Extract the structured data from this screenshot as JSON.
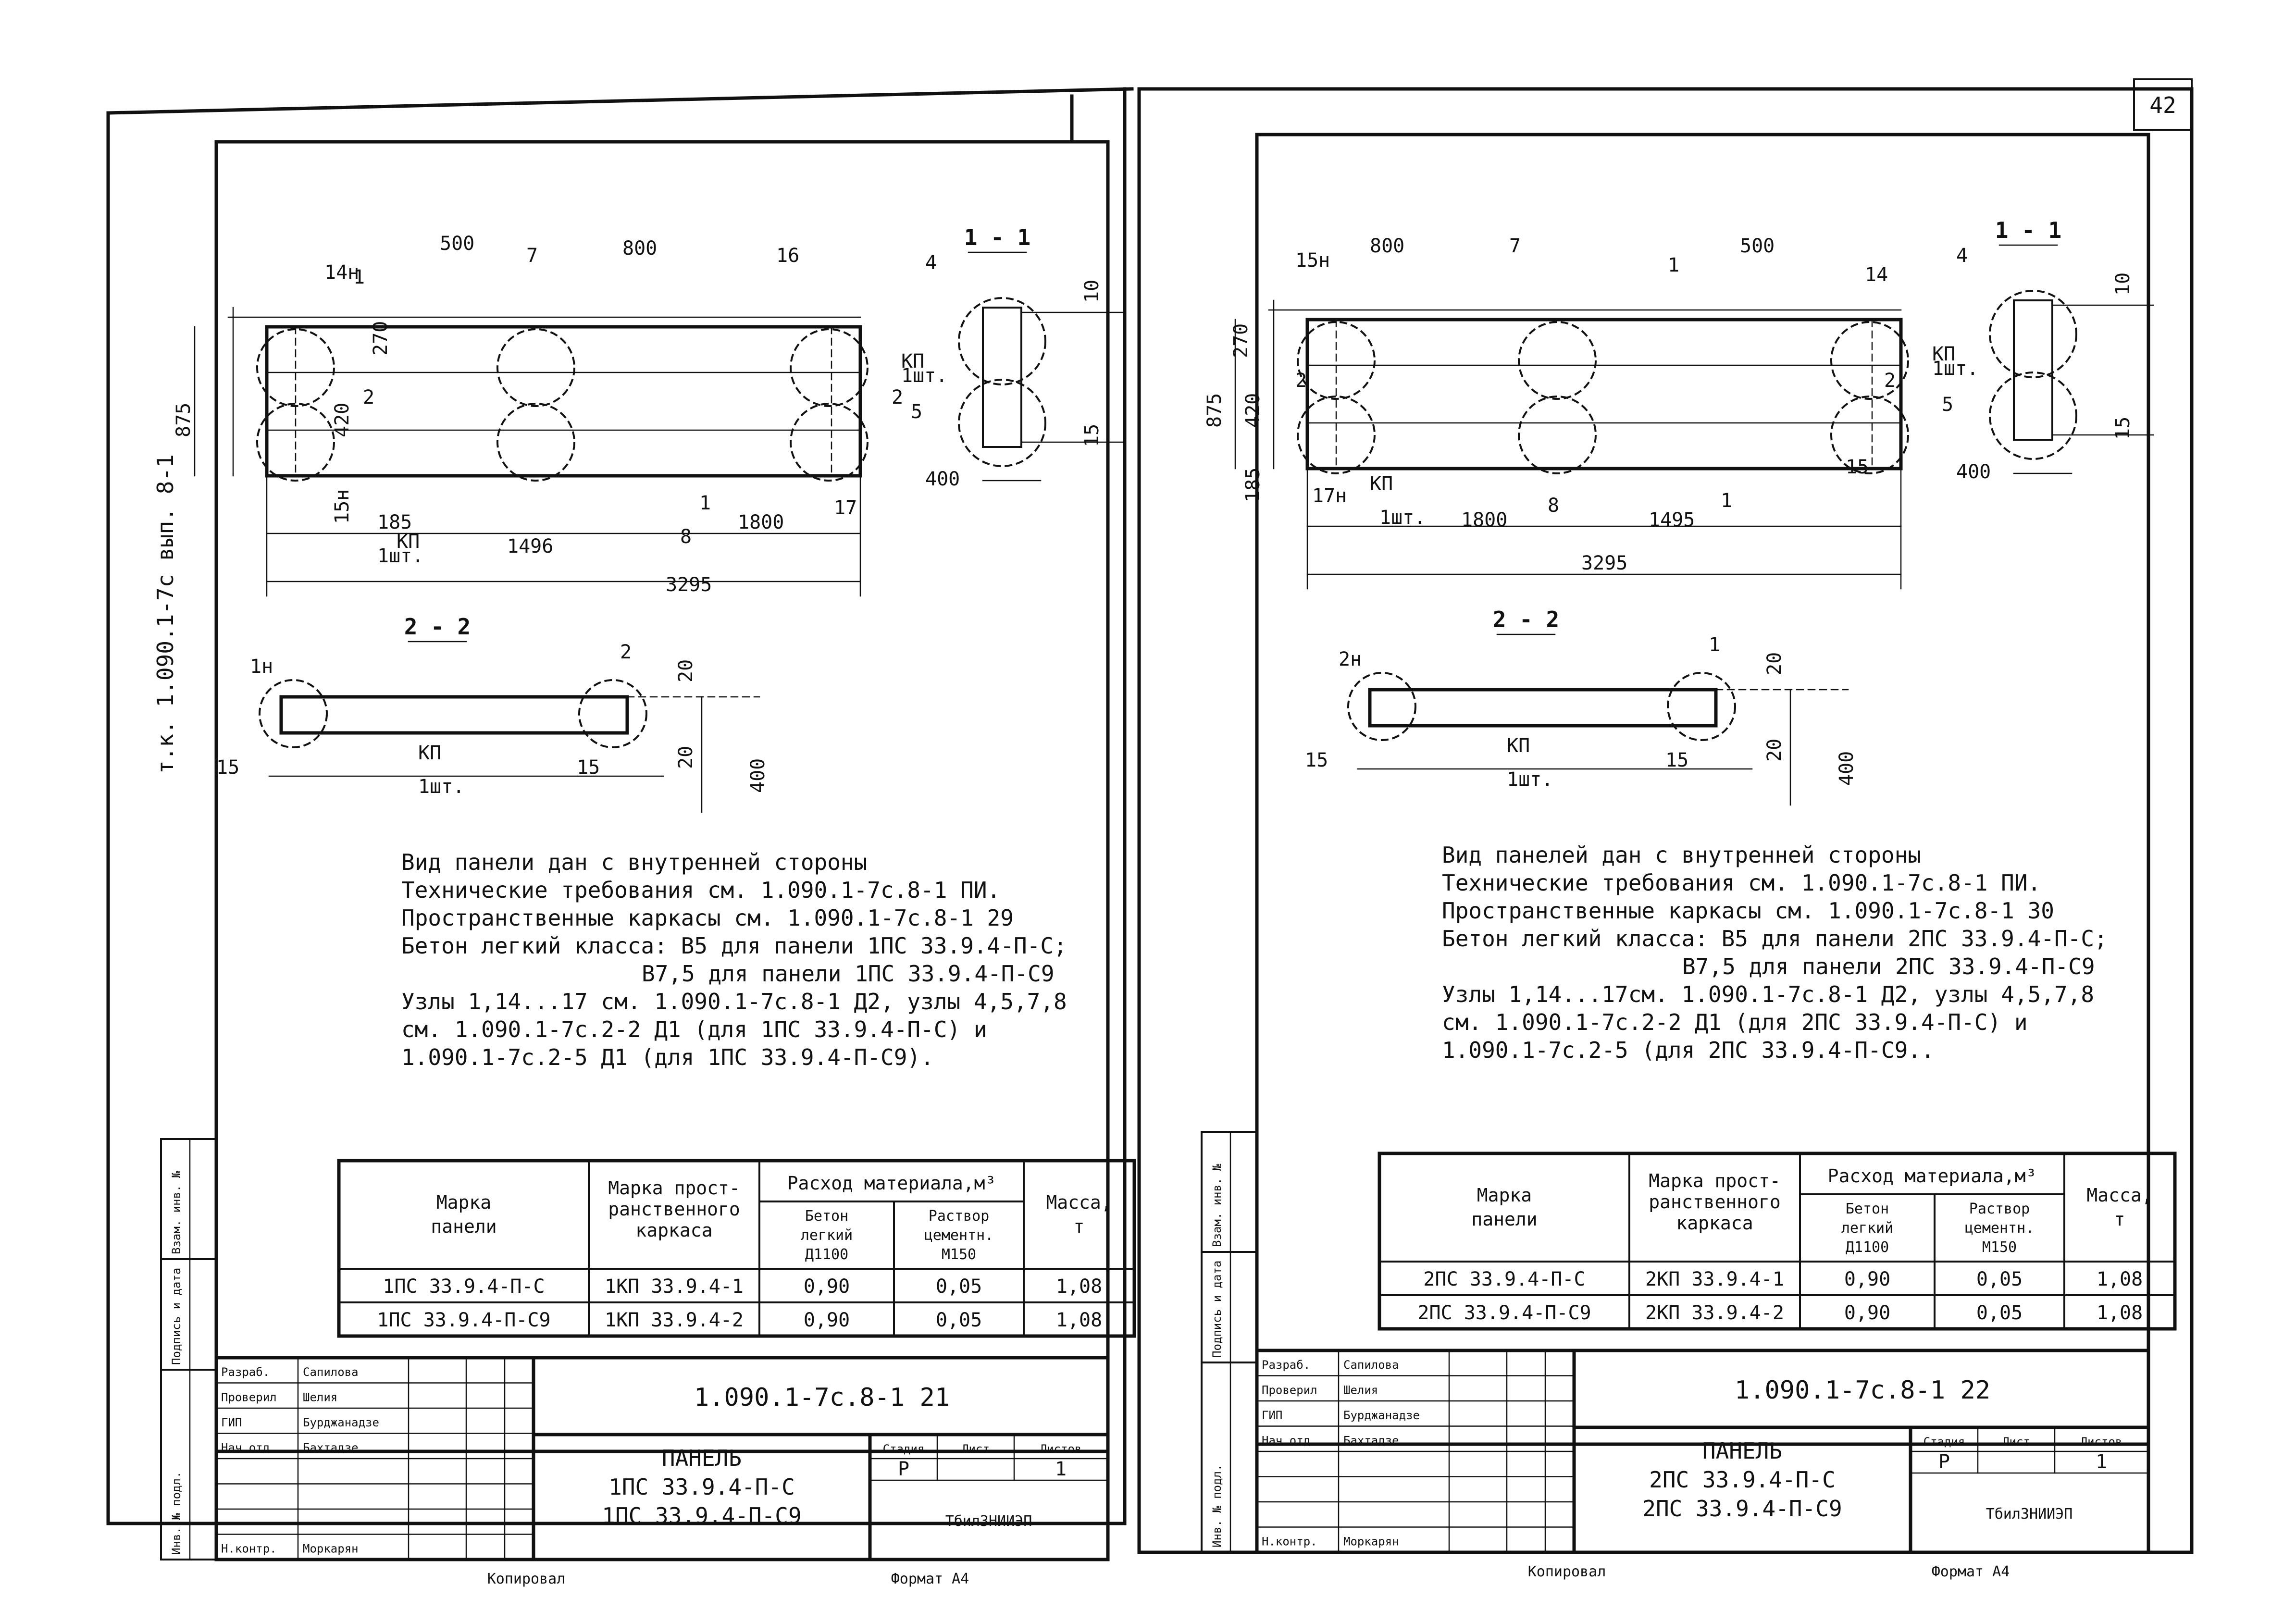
{
  "page_number": "42",
  "left_sheet": {
    "spine_text": "т.к. 1.090.1-7с вып. 8-1",
    "section_1_1": "1 - 1",
    "section_2_2": "2 - 2",
    "plan_labels": [
      "500",
      "7",
      "1",
      "800",
      "16",
      "14н",
      "270",
      "2",
      "2",
      "875",
      "420",
      "15н",
      "185",
      "КП",
      "1шт.",
      "1496",
      "8",
      "1800",
      "17",
      "1",
      "3295"
    ],
    "section_1_labels": [
      "4",
      "10",
      "КП",
      "1шт.",
      "5",
      "15",
      "400"
    ],
    "section_2_labels": [
      "1н",
      "2",
      "20",
      "15",
      "КП",
      "1шт.",
      "15",
      "20",
      "400"
    ],
    "notes": [
      "Вид панели дан с внутренней стороны",
      "Технические требования см. 1.090.1-7с.8-1 ПИ.",
      "Пространственные каркасы см. 1.090.1-7с.8-1 29",
      "Бетон легкий класса: В5 для панели 1ПС 33.9.4-П-С;",
      "В7,5 для панели 1ПС 33.9.4-П-С9",
      "Узлы 1,14...17 см. 1.090.1-7с.8-1 Д2, узлы 4,5,7,8",
      "см. 1.090.1-7с.2-2 Д1 (для 1ПС 33.9.4-П-С) и",
      "1.090.1-7с.2-5 Д1 (для 1ПС 33.9.4-П-С9)."
    ],
    "table": {
      "h_mark": [
        "Марка",
        "панели"
      ],
      "h_frame": [
        "Марка прост-",
        "ранственного",
        "каркаса"
      ],
      "h_consumption": "Расход материала,м³",
      "h_concrete": [
        "Бетон",
        "легкий",
        "Д1100"
      ],
      "h_mortar": [
        "Раствор",
        "цементн.",
        "М150"
      ],
      "h_mass": [
        "Масса,",
        "т"
      ],
      "rows": [
        [
          "1ПС 33.9.4-П-С",
          "1КП 33.9.4-1",
          "0,90",
          "0,05",
          "1,08"
        ],
        [
          "1ПС 33.9.4-П-С9",
          "1КП 33.9.4-2",
          "0,90",
          "0,05",
          "1,08"
        ]
      ]
    },
    "side_stamp": [
      "Взам. инв. №",
      "Подпись и дата",
      "Инв. № подл."
    ],
    "title_block": {
      "roles": [
        "Разраб.",
        "Проверил",
        "ГИП",
        "Нач.отд.",
        "",
        "",
        "",
        "Н.контр."
      ],
      "names": [
        "Сапилова",
        "Шелия",
        "Бурджанадзе",
        "Бахтадзе",
        "",
        "",
        "",
        "Моркарян"
      ],
      "code": "1.090.1-7с.8-1 21",
      "title": "ПАНЕЛЬ",
      "marks": [
        "1ПС 33.9.4-П-С",
        "1ПС 33.9.4-П-С9"
      ],
      "h_stage": "Стадия",
      "h_sheet": "Лист",
      "h_sheets": "Листов",
      "stage": "Р",
      "sheets": "1",
      "org": "ТбилЗНИИЭП"
    },
    "copied": "Копировал",
    "format": "Формат А4"
  },
  "right_sheet": {
    "section_1_1": "1 - 1",
    "section_2_2": "2 - 2",
    "plan_labels": [
      "15н",
      "800",
      "7",
      "1",
      "500",
      "14",
      "270",
      "2",
      "2",
      "875",
      "420",
      "185",
      "17н",
      "КП",
      "1шт.",
      "1800",
      "8",
      "1495",
      "1",
      "15",
      "3295"
    ],
    "section_1_labels": [
      "4",
      "10",
      "КП",
      "1шт.",
      "5",
      "15",
      "400"
    ],
    "section_2_labels": [
      "2н",
      "1",
      "20",
      "15",
      "КП",
      "1шт.",
      "15",
      "20",
      "400"
    ],
    "notes": [
      "Вид панелей дан с внутренней стороны",
      "Технические требования см. 1.090.1-7с.8-1 ПИ.",
      "Пространственные каркасы см. 1.090.1-7с.8-1 30",
      "Бетон легкий класса: В5 для панели 2ПС 33.9.4-П-С;",
      "В7,5 для панели 2ПС 33.9.4-П-С9",
      "Узлы 1,14...17см. 1.090.1-7с.8-1 Д2, узлы 4,5,7,8",
      "см. 1.090.1-7с.2-2 Д1 (для 2ПС 33.9.4-П-С) и",
      "1.090.1-7с.2-5 (для 2ПС 33.9.4-П-С9.."
    ],
    "table": {
      "h_mark": [
        "Марка",
        "панели"
      ],
      "h_frame": [
        "Марка прост-",
        "ранственного",
        "каркаса"
      ],
      "h_consumption": "Расход материала,м³",
      "h_concrete": [
        "Бетон",
        "легкий",
        "Д1100"
      ],
      "h_mortar": [
        "Раствор",
        "цементн.",
        "М150"
      ],
      "h_mass": [
        "Масса,",
        "т"
      ],
      "rows": [
        [
          "2ПС 33.9.4-П-С",
          "2КП 33.9.4-1",
          "0,90",
          "0,05",
          "1,08"
        ],
        [
          "2ПС 33.9.4-П-С9",
          "2КП 33.9.4-2",
          "0,90",
          "0,05",
          "1,08"
        ]
      ]
    },
    "side_stamp": [
      "Взам. инв. №",
      "Подпись и дата",
      "Инв. № подл."
    ],
    "title_block": {
      "roles": [
        "Разраб.",
        "Проверил",
        "ГИП",
        "Нач.отд.",
        "",
        "",
        "",
        "Н.контр."
      ],
      "names": [
        "Сапилова",
        "Шелия",
        "Бурджанадзе",
        "Бахтадзе",
        "",
        "",
        "",
        "Моркарян"
      ],
      "code": "1.090.1-7с.8-1 22",
      "title": "ПАНЕЛЬ",
      "marks": [
        "2ПС 33.9.4-П-С",
        "2ПС 33.9.4-П-С9"
      ],
      "h_stage": "Стадия",
      "h_sheet": "Лист",
      "h_sheets": "Листов",
      "stage": "Р",
      "sheets": "1",
      "org": "ТбилЗНИИЭП"
    },
    "copied": "Копировал",
    "format": "Формат А4"
  }
}
